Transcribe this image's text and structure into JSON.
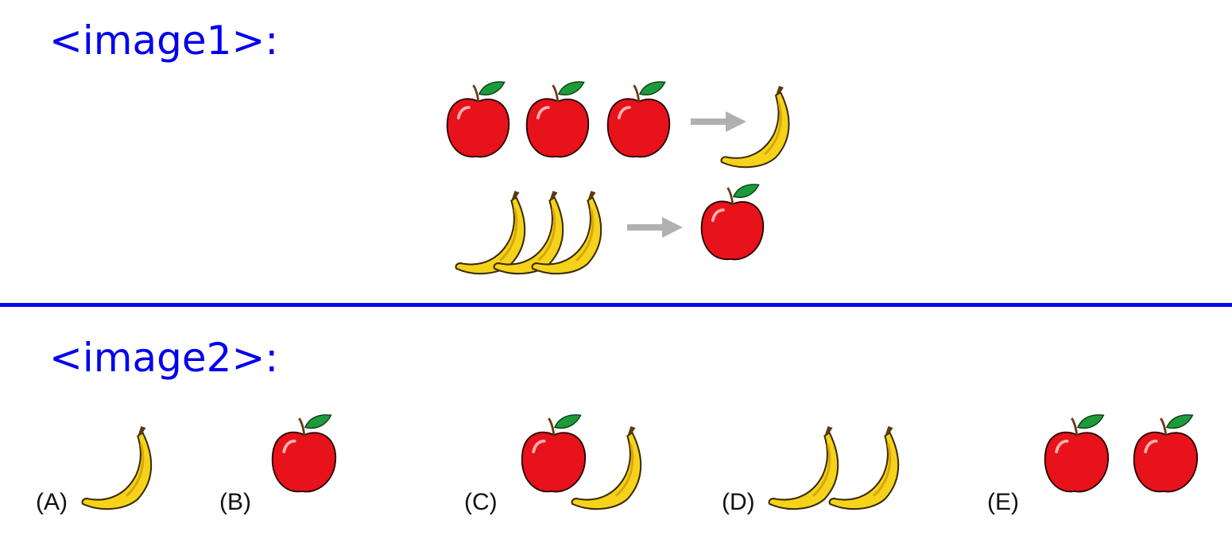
{
  "image1": {
    "title": "<image1>:",
    "rules": [
      {
        "input": "apple",
        "input_count": 3,
        "output": "banana",
        "output_count": 1
      },
      {
        "input": "banana",
        "input_count": 3,
        "output": "apple",
        "output_count": 1
      }
    ]
  },
  "image2": {
    "title": "<image2>:",
    "options": [
      {
        "label": "(A)",
        "contents": [
          "banana"
        ]
      },
      {
        "label": "(B)",
        "contents": [
          "apple"
        ]
      },
      {
        "label": "(C)",
        "contents": [
          "apple",
          "banana"
        ]
      },
      {
        "label": "(D)",
        "contents": [
          "banana",
          "banana"
        ]
      },
      {
        "label": "(E)",
        "contents": [
          "apple",
          "apple"
        ]
      }
    ]
  },
  "colors": {
    "title": "#0000ee",
    "divider": "#0b0bea",
    "apple": "#e8121a",
    "leaf": "#1e9a3a",
    "banana": "#f5d31a",
    "arrow": "#b0b0b0"
  }
}
